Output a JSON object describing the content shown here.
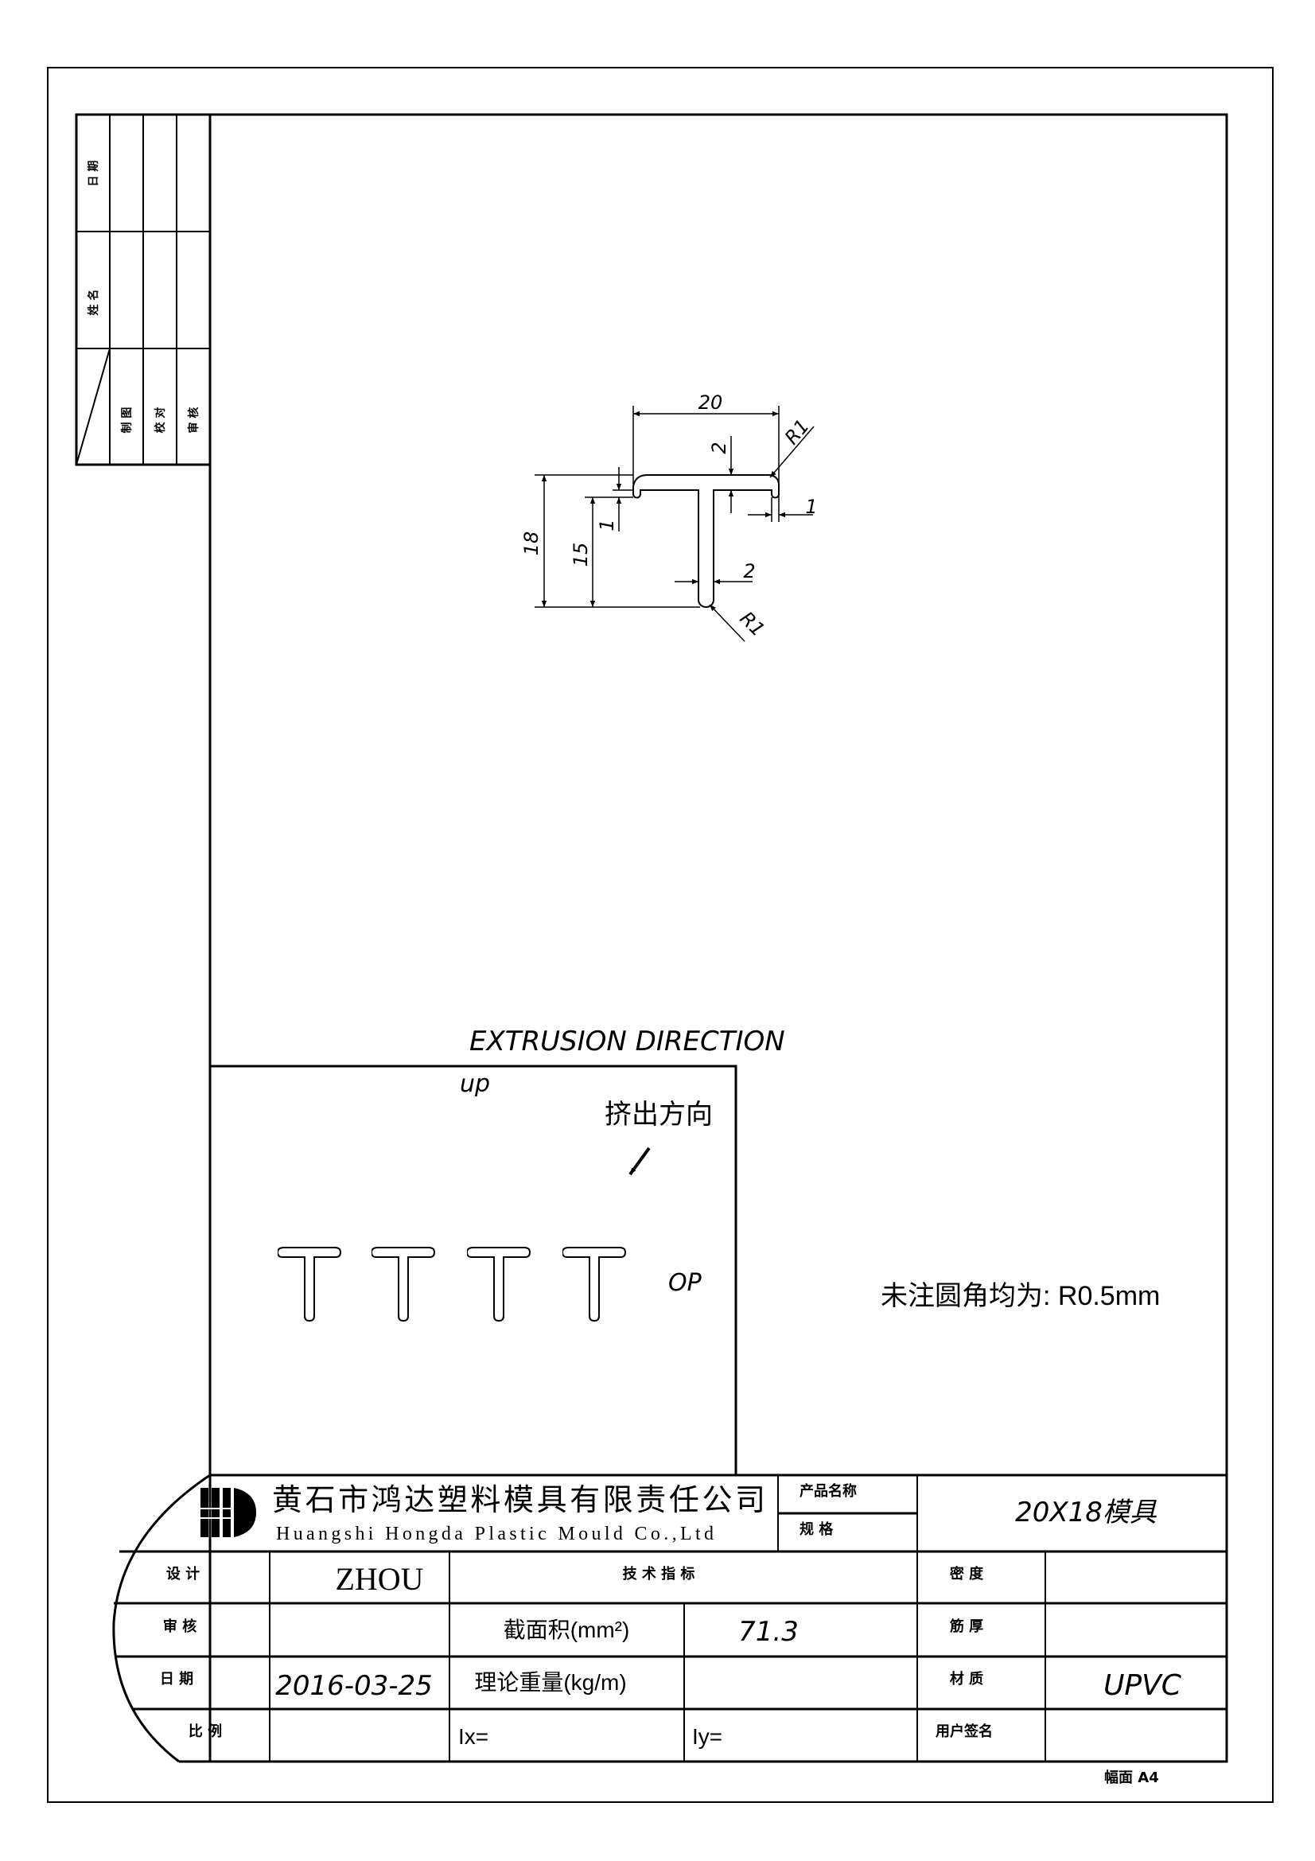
{
  "side_table": {
    "date": "日 期",
    "name": "姓 名",
    "draw": "制 图",
    "check": "校 对",
    "review": "审 核"
  },
  "dims": {
    "width": "20",
    "height": "18",
    "stem_height": "15",
    "flange_thk": "2",
    "lip_height": "1",
    "lip_width": "1",
    "stem_thk": "2",
    "radius_top": "R1",
    "radius_bottom": "R1"
  },
  "extrusion": {
    "title": "EXTRUSION DIRECTION",
    "up": "up",
    "direction_cn": "挤出方向",
    "op": "OP"
  },
  "note": "未注圆角均为: R0.5mm",
  "title_block": {
    "company_cn": "黄石市鸿达塑料模具有限责任公司",
    "company_en": "Huangshi  Hongda  Plastic  Mould  Co.,Ltd",
    "product_name_label": "产品名称",
    "spec_label": "规  格",
    "product_value": "20X18模具",
    "design_label": "设 计",
    "design_value": "ZHOU",
    "tech_label": "技 术 指 标",
    "density_label": "密 度",
    "review_label": "审 核",
    "area_label": "截面积(mm²)",
    "area_value": "71.3",
    "rib_label": "筋 厚",
    "date_label": "日 期",
    "date_value": "2016-03-25",
    "weight_label": "理论重量(kg/m)",
    "material_label": "材 质",
    "material_value": "UPVC",
    "scale_label": "比 例",
    "ix_label": "Ix=",
    "iy_label": "Iy=",
    "sign_label": "用户签名",
    "sheet": "幅面 A4"
  }
}
